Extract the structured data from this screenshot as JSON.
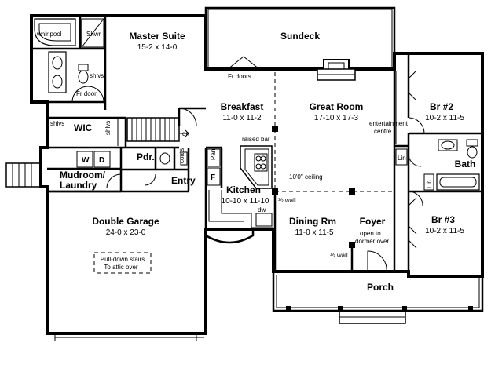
{
  "rooms": {
    "master_suite": {
      "name": "Master Suite",
      "dim": "15-2 x 14-0"
    },
    "sundeck": {
      "name": "Sundeck"
    },
    "breakfast": {
      "name": "Breakfast",
      "dim": "11-0 x 11-2"
    },
    "great_room": {
      "name": "Great Room",
      "dim": "17-10 x 17-3"
    },
    "br2": {
      "name": "Br #2",
      "dim": "10-2 x 11-5"
    },
    "br3": {
      "name": "Br #3",
      "dim": "10-2 x 11-5"
    },
    "bath": {
      "name": "Bath"
    },
    "wic": {
      "name": "WIC"
    },
    "mudroom": {
      "name": "Mudroom/",
      "name2": "Laundry"
    },
    "entry": {
      "name": "Entry"
    },
    "kitchen": {
      "name": "Kitchen",
      "dim": "10-10 x 11-10"
    },
    "double_garage": {
      "name": "Double Garage",
      "dim": "24-0 x 23-0"
    },
    "dining": {
      "name": "Dining Rm",
      "dim": "11-0 x 11-5"
    },
    "foyer": {
      "name": "Foyer"
    },
    "porch": {
      "name": "Porch"
    },
    "pdr": {
      "name": "Pdr."
    }
  },
  "labels": {
    "whirlpool": "whirlpool",
    "shwr": "Shwr",
    "shlvs": "shlvs",
    "fr_door": "Fr door",
    "fr_doors": "Fr doors",
    "dn": "dn",
    "raised_bar": "raised bar",
    "ceiling": "10'0\" ceiling",
    "half_wall": "½ wall",
    "entertainment": "entertainment",
    "centre": "centre",
    "lin": "Lin",
    "linen_v": "Lin",
    "coats": "coats",
    "pan": "Pan",
    "fridge": "F",
    "washer": "W",
    "dryer": "D",
    "dw": "dw",
    "pull_down_1": "Pull-down stairs",
    "pull_down_2": "To attic over",
    "open_to_1": "open to",
    "open_to_2": "dormer over"
  }
}
